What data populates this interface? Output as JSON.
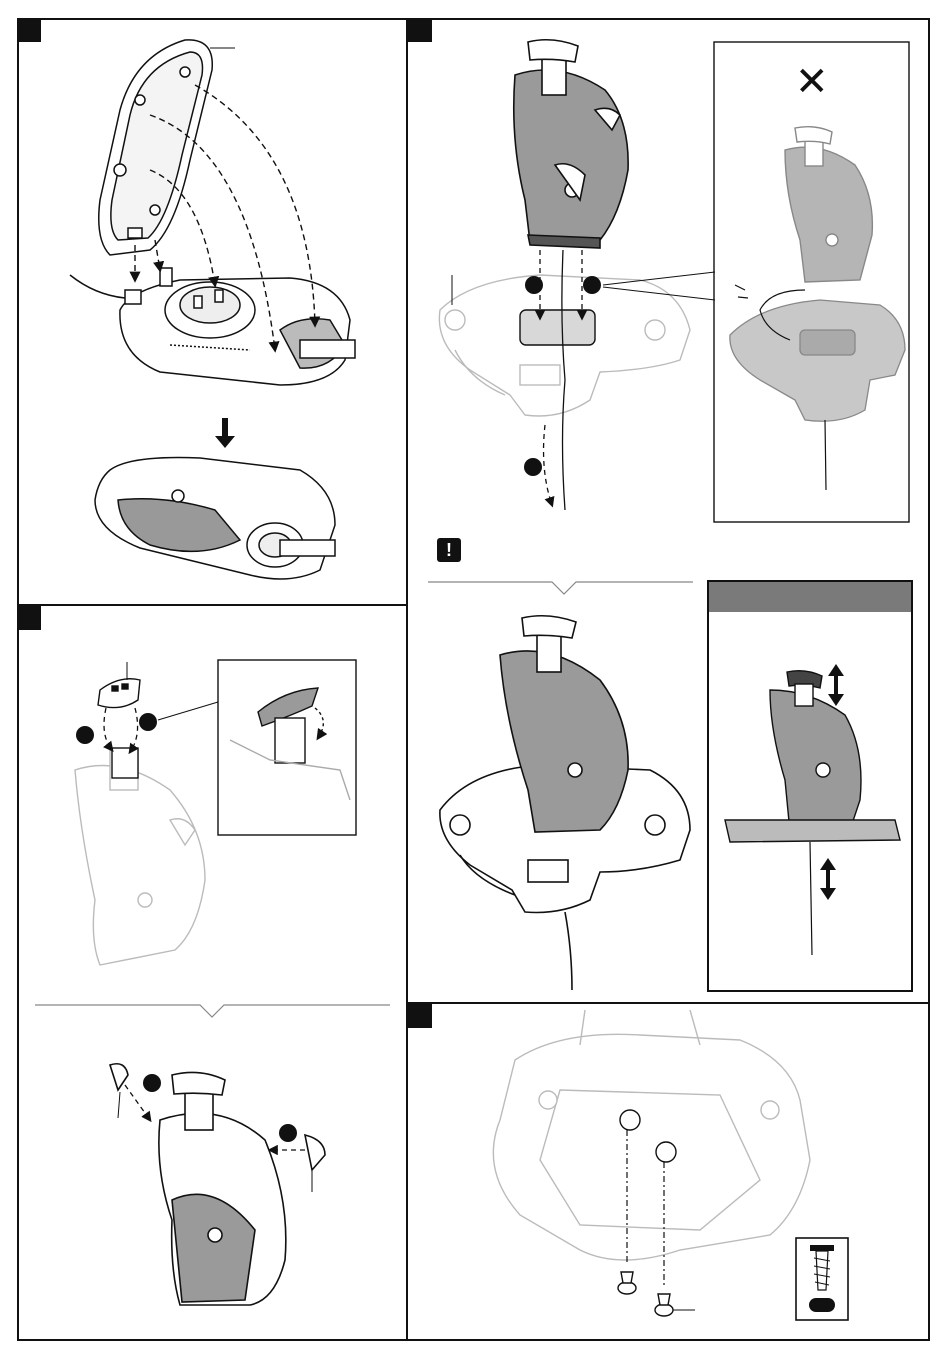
{
  "page": {
    "steps": [
      {
        "id": "step-1",
        "label": ""
      },
      {
        "id": "step-2",
        "label": ""
      },
      {
        "id": "step-3",
        "label": ""
      },
      {
        "id": "step-4",
        "label": ""
      }
    ],
    "wrong_mark": "✕",
    "warning_icon": "!",
    "icons": [
      "step-marker-icon",
      "warning-icon",
      "wrong-cross-icon",
      "arrow-down-icon",
      "double-arrow-icon",
      "screw-icon"
    ],
    "colors": {
      "ink": "#111111",
      "part_fill": "#9a9a9a",
      "ghost": "#c8c8c8",
      "header_gray": "#7a7a7a"
    }
  }
}
